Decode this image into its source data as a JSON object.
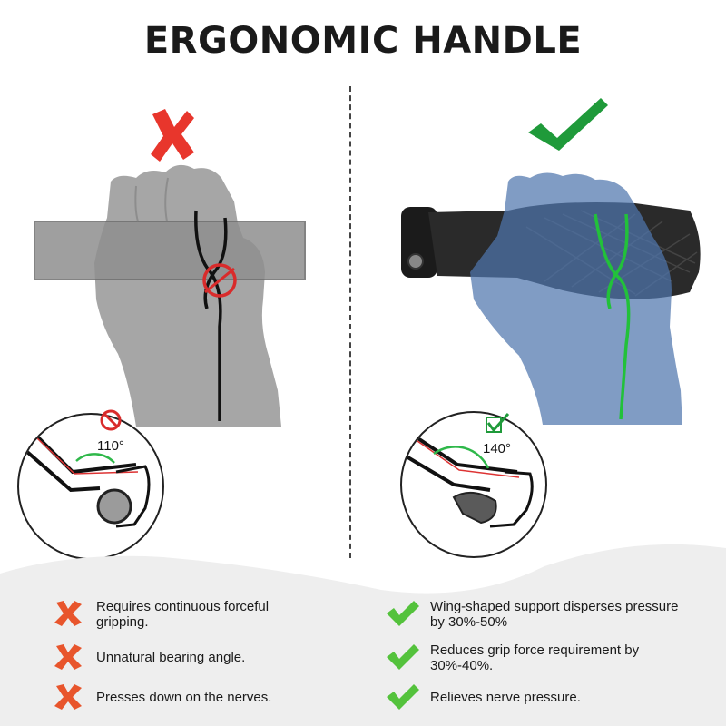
{
  "title": "ERGONOMIC HANDLE",
  "left": {
    "verdict_icon": "cross-icon",
    "angle_label": "110°",
    "angle_icon": "prohibited-icon",
    "points": [
      {
        "icon": "cross-icon",
        "text": "Requires continuous forceful gripping."
      },
      {
        "icon": "cross-icon",
        "text": "Unnatural bearing angle."
      },
      {
        "icon": "cross-icon",
        "text": "Presses down on the nerves."
      }
    ]
  },
  "right": {
    "verdict_icon": "check-icon",
    "angle_label": "140°",
    "angle_icon": "checkbox-icon",
    "points": [
      {
        "icon": "check-icon",
        "text": "Wing-shaped support disperses pressure by 30%-50%"
      },
      {
        "icon": "check-icon",
        "text": "Reduces grip force requirement by 30%-40%."
      },
      {
        "icon": "check-icon",
        "text": "Relieves nerve pressure."
      }
    ]
  },
  "colors": {
    "cross": "#e8362c",
    "cross_dark": "#c22a1f",
    "check": "#2fb84a",
    "check_dark": "#1f8a33",
    "bad_hand": "#a8a8a8",
    "good_hand": "#5b7fb3",
    "nerve_good": "#22c13a"
  }
}
